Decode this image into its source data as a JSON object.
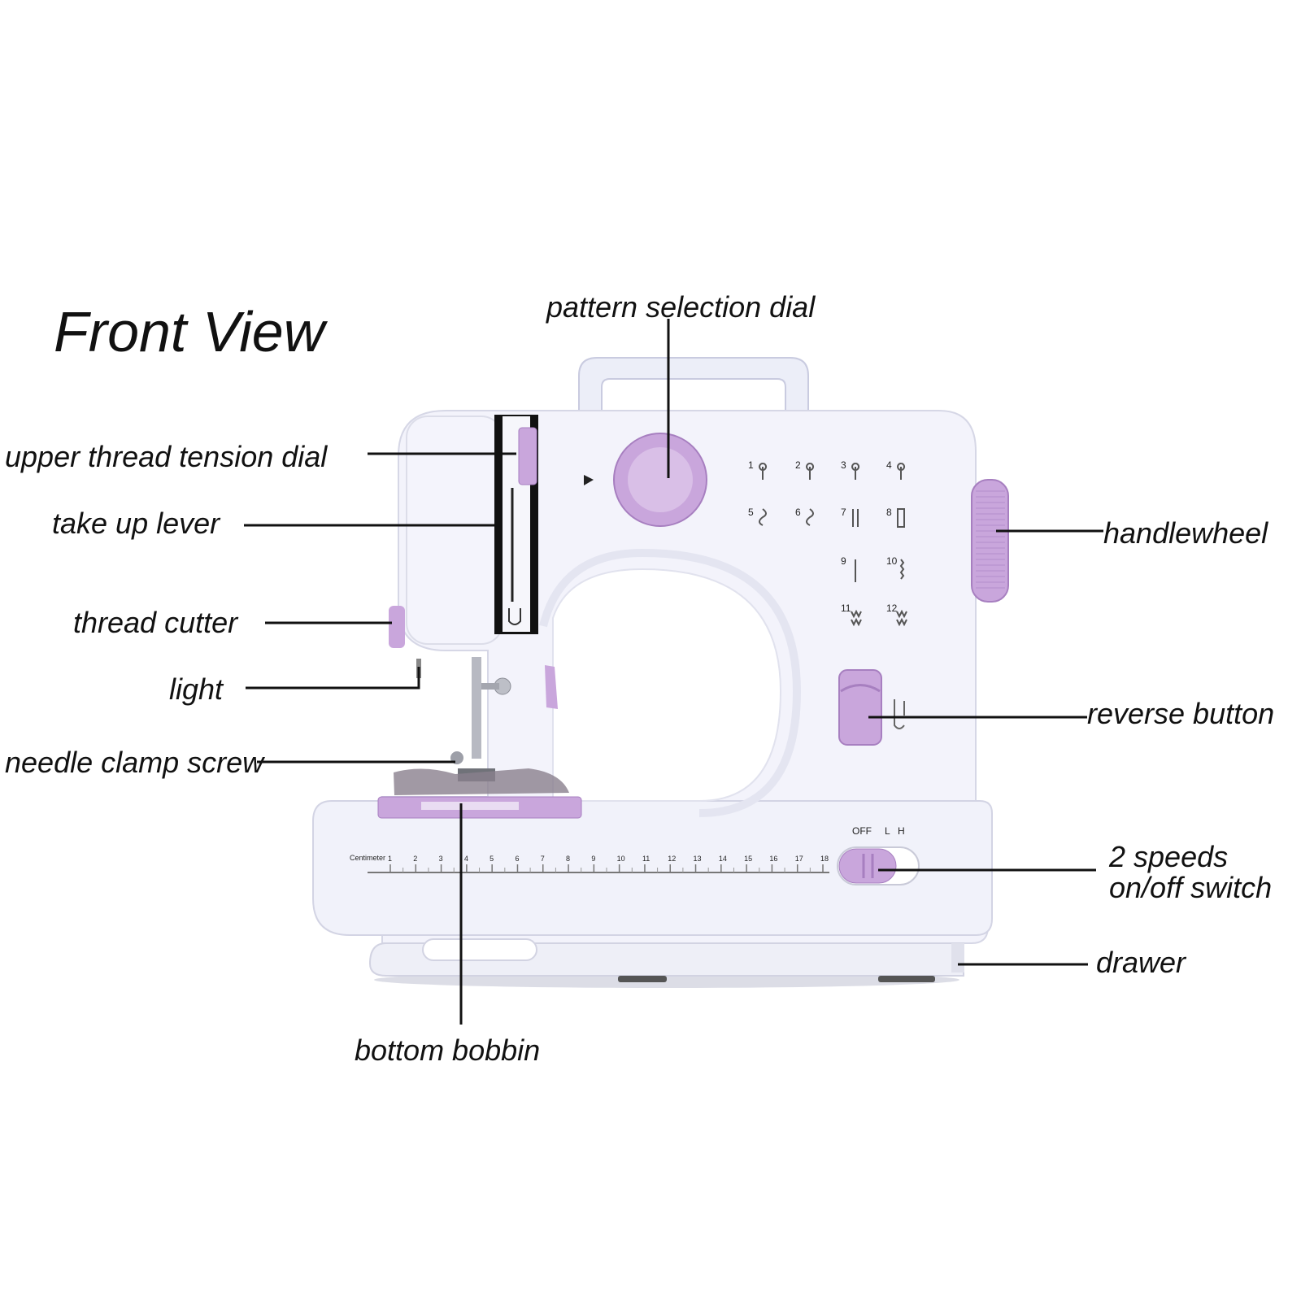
{
  "title": "Front View",
  "labels": {
    "pattern_selection_dial": "pattern selection dial",
    "upper_thread_tension_dial": "upper thread tension dial",
    "take_up_lever": "take up lever",
    "thread_cutter": "thread cutter",
    "light": "light",
    "needle_clamp_screw": "needle clamp screw",
    "handlewheel": "handlewheel",
    "reverse_button": "reverse button",
    "two_speeds_line1": "2 speeds",
    "two_speeds_line2": "on/off switch",
    "drawer": "drawer",
    "bottom_bobbin": "bottom bobbin"
  },
  "machine": {
    "ruler_label": "Centimeter",
    "ruler_ticks": [
      "1",
      "2",
      "3",
      "4",
      "5",
      "6",
      "7",
      "8",
      "9",
      "10",
      "11",
      "12",
      "13",
      "14",
      "15",
      "16",
      "17",
      "18"
    ],
    "switch_labels": {
      "off": "OFF",
      "low": "L",
      "high": "H"
    },
    "stitch_numbers": [
      "1",
      "2",
      "3",
      "4",
      "5",
      "6",
      "7",
      "8",
      "9",
      "10",
      "11",
      "12"
    ]
  },
  "colors": {
    "body": "#f3f3fb",
    "body_shade": "#e2e3f0",
    "accent": "#c9a6dc",
    "accent_dark": "#a77fc0",
    "line": "#111111"
  }
}
